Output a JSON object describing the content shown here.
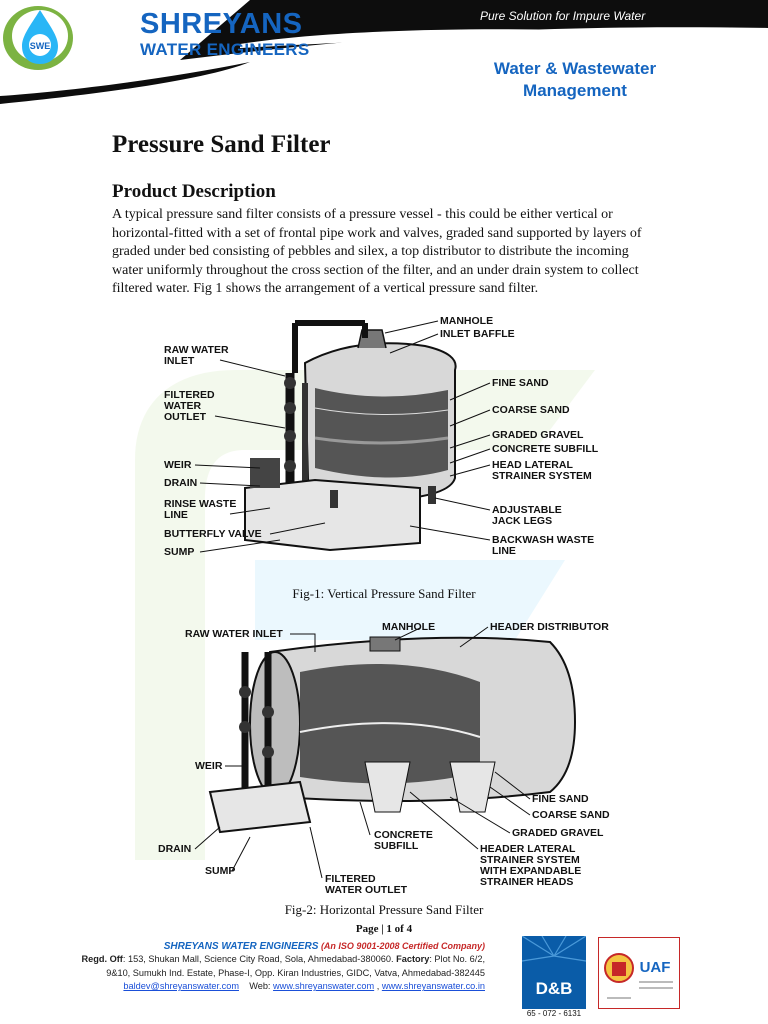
{
  "header": {
    "company_line1": "SHREYANS",
    "company_line2": "WATER ENGINEERS",
    "tagline": "Pure Solution for Impure Water",
    "subtitle_line1": "Water & Wastewater",
    "subtitle_line2": "Management",
    "logo_text": "SWE",
    "colors": {
      "brand_blue": "#1565c0",
      "banner_black": "#0d0d0d",
      "swoosh_green": "#7cb342"
    }
  },
  "document": {
    "title": "Pressure Sand Filter",
    "section_heading": "Product Description",
    "paragraph": "A typical pressure sand filter consists of a pressure vessel - this could be either vertical or horizontal-fitted with a set of frontal pipe work and valves, graded sand supported by layers of graded under bed consisting of pebbles and silex, a top distributor to distribute the incoming water uniformly throughout the cross section of the filter, and an under drain system to collect filtered water. Fig 1 shows the arrangement of a vertical pressure sand filter."
  },
  "figure1": {
    "caption": "Fig-1: Vertical Pressure Sand Filter",
    "labels_left": [
      "RAW WATER",
      "INLET",
      "FILTERED",
      "WATER",
      "OUTLET",
      "WEIR",
      "DRAIN",
      "RINSE WASTE",
      "LINE",
      "BUTTERFLY VALVE",
      "SUMP"
    ],
    "labels_right": [
      "MANHOLE",
      "INLET BAFFLE",
      "FINE SAND",
      "COARSE SAND",
      "GRADED GRAVEL",
      "CONCRETE SUBFILL",
      "HEAD LATERAL",
      "STRAINER SYSTEM",
      "ADJUSTABLE",
      "JACK LEGS",
      "BACKWASH WASTE",
      "LINE"
    ]
  },
  "figure2": {
    "caption": "Fig-2: Horizontal Pressure Sand Filter",
    "labels": [
      "RAW WATER INLET",
      "MANHOLE",
      "HEADER DISTRIBUTOR",
      "WEIR",
      "FINE SAND",
      "COARSE SAND",
      "GRADED GRAVEL",
      "CONCRETE",
      "SUBFILL",
      "HEADER LATERAL",
      "STRAINER SYSTEM",
      "WITH EXPANDABLE",
      "STRAINER HEADS",
      "DRAIN",
      "SUMP",
      "FILTERED",
      "WATER OUTLET"
    ]
  },
  "page": {
    "label": "Page | 1 of 4"
  },
  "footer": {
    "company": "SHREYANS WATER ENGINEERS",
    "iso": "(An ISO 9001-2008 Certified Company)",
    "regd_label": "Regd. Off",
    "regd_text": ": 153, Shukan Mall, Science City Road, Sola, Ahmedabad-380060. ",
    "factory_label": "Factory",
    "factory_text": ": Plot No. 6/2,",
    "line3": "9&10, Sumukh Ind. Estate, Phase-I, Opp. Kiran Industries, GIDC, Vatva, Ahmedabad-382445",
    "email": "baldev@shreyanswater.com",
    "web_label": "Web:",
    "web1": "www.shreyanswater.com",
    "sep": ",",
    "web2": "www.shreyanswater.co.in",
    "db_text": "D&B",
    "db_number": "65 - 072 - 6131",
    "cert_text": "UAF"
  }
}
